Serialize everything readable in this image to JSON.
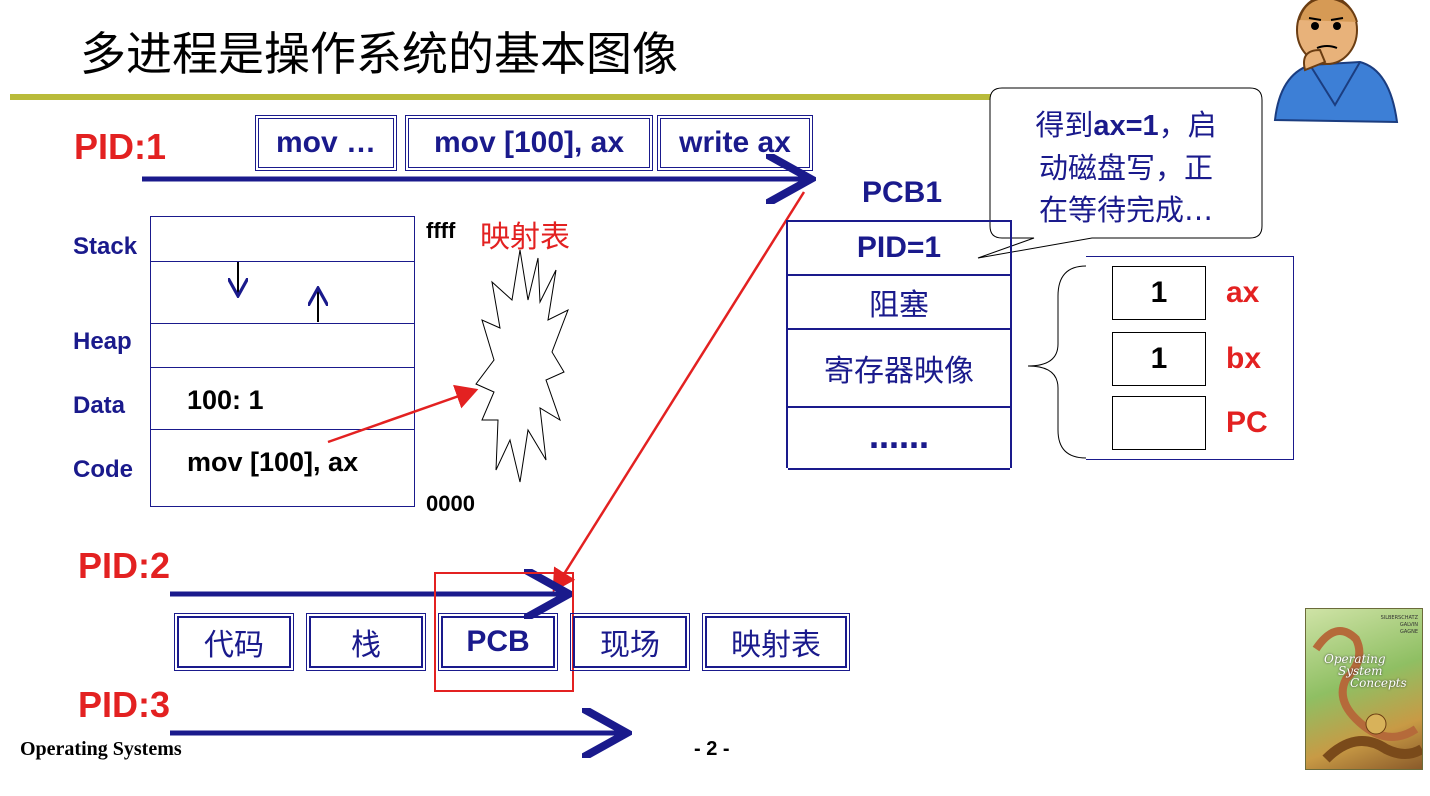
{
  "title": "多进程是操作系统的基本图像",
  "pid1": {
    "label": "PID:1",
    "instructions": [
      "mov …",
      "mov [100], ax",
      "write ax"
    ]
  },
  "memory": {
    "segments": [
      "Stack",
      "Heap",
      "Data",
      "Code"
    ],
    "data_text": "100:  1",
    "code_text": "mov [100], ax",
    "addr_high": "ffff",
    "addr_low": "0000",
    "map_label": "映射表"
  },
  "pcb1": {
    "title": "PCB1",
    "fields": [
      "PID=1",
      "阻塞",
      "寄存器映像",
      "……"
    ]
  },
  "callout": {
    "line1_pre": "得到",
    "line1_bold": "ax=1",
    "line1_post": "，启",
    "line2": "动磁盘写，正",
    "line3": "在等待完成…"
  },
  "registers": [
    {
      "value": "1",
      "name": "ax"
    },
    {
      "value": "1",
      "name": "bx"
    },
    {
      "value": "",
      "name": "PC"
    }
  ],
  "pid2": {
    "label": "PID:2",
    "parts": [
      "代码",
      "栈",
      "PCB",
      "现场",
      "映射表"
    ]
  },
  "pid3": {
    "label": "PID:3"
  },
  "footer": {
    "left": "Operating Systems",
    "page": "- 2 -"
  },
  "book_cover": {
    "title_lines": [
      "Operating",
      "System",
      "Concepts"
    ],
    "authors": [
      "SILBERSCHATZ",
      "GALVIN",
      "GAGNE"
    ]
  },
  "colors": {
    "navy": "#1a1a8c",
    "red": "#e32121",
    "olive_rule": "#b9bb3a"
  }
}
